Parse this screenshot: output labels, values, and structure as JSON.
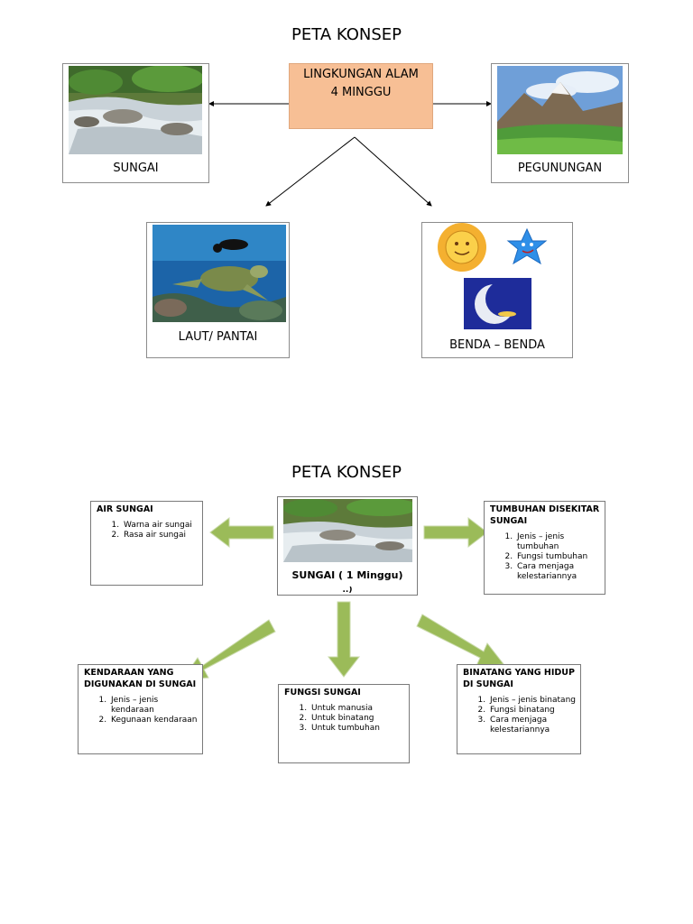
{
  "top": {
    "title": "PETA KONSEP",
    "center": {
      "line1": "LINGKUNGAN ALAM",
      "line2": "4 MINGGU",
      "color": "#f7bf95"
    },
    "nodes": {
      "sungai": "SUNGAI",
      "pegunungan": "PEGUNUNGAN",
      "laut": "LAUT/ PANTAI",
      "benda": "BENDA – BENDA"
    }
  },
  "bottom": {
    "title": "PETA KONSEP",
    "center_caption": "SUNGAI ( 1 Minggu)",
    "center_extra": "..)",
    "arrow_color": "#9bbb59",
    "air": {
      "heading": "AIR SUNGAI",
      "items": [
        "Warna air sungai",
        "Rasa air sungai"
      ]
    },
    "tumbuhan": {
      "heading_l1": "TUMBUHAN DISEKITAR",
      "heading_l2": "SUNGAI",
      "items": [
        "Jenis – jenis tumbuhan",
        "Fungsi tumbuhan",
        "Cara menjaga kelestariannya"
      ]
    },
    "kendaraan": {
      "heading_l1": "KENDARAAN YANG",
      "heading_l2": "DIGUNAKAN DI SUNGAI",
      "items": [
        "Jenis – jenis kendaraan",
        "Kegunaan kendaraan"
      ]
    },
    "fungsi": {
      "heading": "FUNGSI SUNGAI",
      "items": [
        "Untuk manusia",
        "Untuk binatang",
        "Untuk tumbuhan"
      ]
    },
    "binatang": {
      "heading_l1": "BINATANG YANG HIDUP",
      "heading_l2": "DI SUNGAI",
      "items": [
        "Jenis – jenis binatang",
        "Fungsi binatang",
        "Cara menjaga kelestariannya"
      ]
    }
  }
}
